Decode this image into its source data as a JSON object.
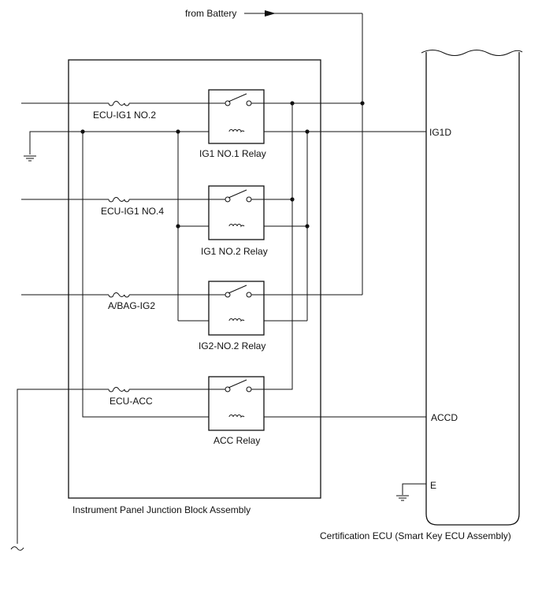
{
  "labels": {
    "from_battery": "from Battery",
    "fuses": [
      "ECU-IG1 NO.2",
      "ECU-IG1 NO.4",
      "A/BAG-IG2",
      "ECU-ACC"
    ],
    "relays": [
      "IG1 NO.1 Relay",
      "IG1 NO.2 Relay",
      "IG2-NO.2 Relay",
      "ACC Relay"
    ],
    "junction_block": "Instrument Panel Junction Block Assembly",
    "ecu": "Certification ECU (Smart Key ECU Assembly)",
    "terminals": {
      "ig1d": "IG1D",
      "accd": "ACCD",
      "e": "E"
    }
  }
}
